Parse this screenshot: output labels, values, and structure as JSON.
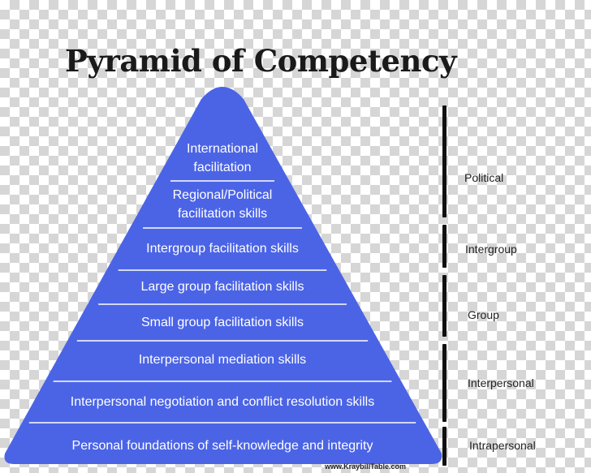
{
  "title": "Pyramid of Competency",
  "colors": {
    "pyramid_fill": "#4b64e6",
    "divider": "#ffffff",
    "bracket": "#111111"
  },
  "tiers": [
    {
      "label": "International facilitation",
      "lines": [
        "International",
        "facilitation"
      ]
    },
    {
      "label": "Regional/Political facilitation skills",
      "lines": [
        "Regional/Political",
        "facilitation skills"
      ]
    },
    {
      "label": "Intergroup  facilitation skills",
      "lines": [
        "Intergroup  facilitation skills"
      ]
    },
    {
      "label": "Large group facilitation skills",
      "lines": [
        "Large group facilitation skills"
      ]
    },
    {
      "label": "Small group facilitation skills",
      "lines": [
        "Small group facilitation skills"
      ]
    },
    {
      "label": "Interpersonal mediation skills",
      "lines": [
        "Interpersonal mediation skills"
      ]
    },
    {
      "label": "Interpersonal negotiation and conflict resolution skills",
      "lines": [
        "Interpersonal negotiation and conflict resolution skills"
      ]
    },
    {
      "label": "Personal foundations of self-knowledge and integrity",
      "lines": [
        "Personal foundations of self-knowledge and integrity"
      ]
    }
  ],
  "groups": [
    {
      "label": "Political",
      "spans_tiers": [
        0,
        1
      ]
    },
    {
      "label": "Intergroup",
      "spans_tiers": [
        2
      ]
    },
    {
      "label": "Group",
      "spans_tiers": [
        3,
        4
      ]
    },
    {
      "label": "Interpersonal",
      "spans_tiers": [
        5,
        6
      ]
    },
    {
      "label": "Intrapersonal",
      "spans_tiers": [
        7
      ]
    }
  ],
  "watermark": "www.KraybillTable.com"
}
